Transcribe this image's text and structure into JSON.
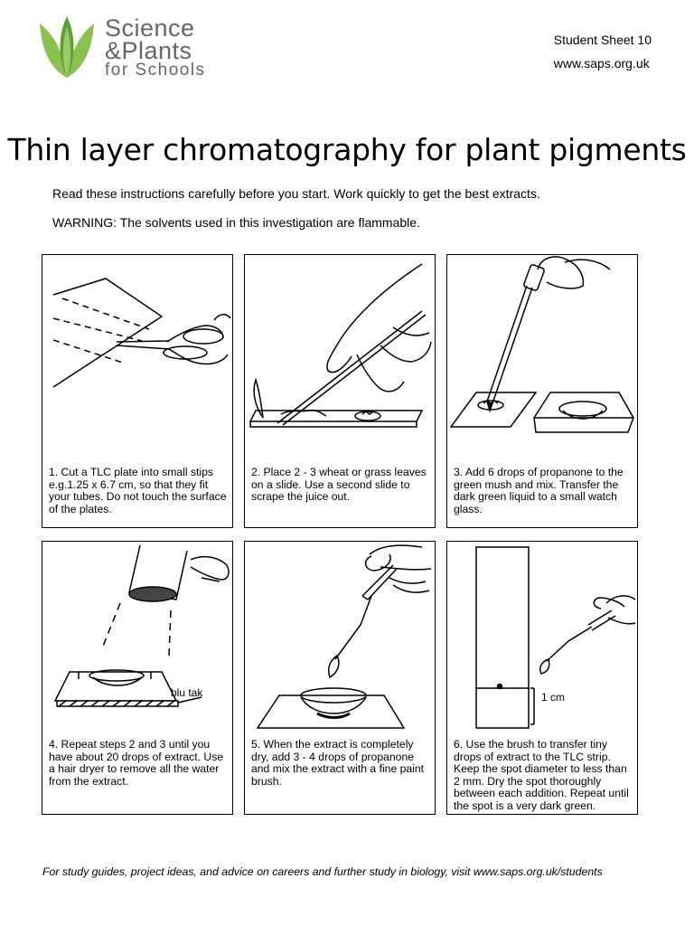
{
  "logo": {
    "line1": "Science",
    "line2": "&Plants",
    "line3": "for Schools",
    "leaf_color_dark": "#6fae3a",
    "leaf_color_light": "#a8d27a"
  },
  "sheet": {
    "number": "Student Sheet 10",
    "website": "www.saps.org.uk"
  },
  "title": "Thin layer chromatography for plant pigments",
  "intro": {
    "instructions": "Read these instructions carefully before you start. Work quickly to get the best extracts.",
    "warning": "WARNING: The solvents used in this investigation are flammable."
  },
  "steps": [
    {
      "text": "1. Cut a TLC plate into small stips e.g.1.25 x 6.7 cm, so that they fit your tubes. Do not touch the surface of the plates.",
      "illustration": "scissors-cutting-plate"
    },
    {
      "text": "2. Place 2 - 3 wheat or grass leaves on a slide. Use a second slide to scrape the juice out.",
      "illustration": "slides-scraping-leaves"
    },
    {
      "text": "3. Add 6 drops of propanone to the green mush and mix. Transfer the dark green liquid to a small watch glass.",
      "illustration": "pipette-watch-glass"
    },
    {
      "text": "4. Repeat steps 2 and 3 until you have about 20 drops of extract. Use a hair dryer to remove all the water from the extract.",
      "illustration": "hair-dryer-watch-glass",
      "label": "blu tak"
    },
    {
      "text": "5. When the extract is completely dry, add 3 - 4 drops of propanone and mix the extract with a fine paint brush.",
      "illustration": "brush-mixing-extract"
    },
    {
      "text": "6. Use the brush to transfer tiny drops of extract to the TLC strip. Keep the spot diameter to less than 2 mm. Dry the spot thoroughly between each addition. Repeat until the spot is a very dark green.",
      "illustration": "brush-spotting-strip",
      "label": "1 cm"
    }
  ],
  "footer": "For study guides, project ideas, and advice on careers and further study in biology, visit www.saps.org.uk/students"
}
